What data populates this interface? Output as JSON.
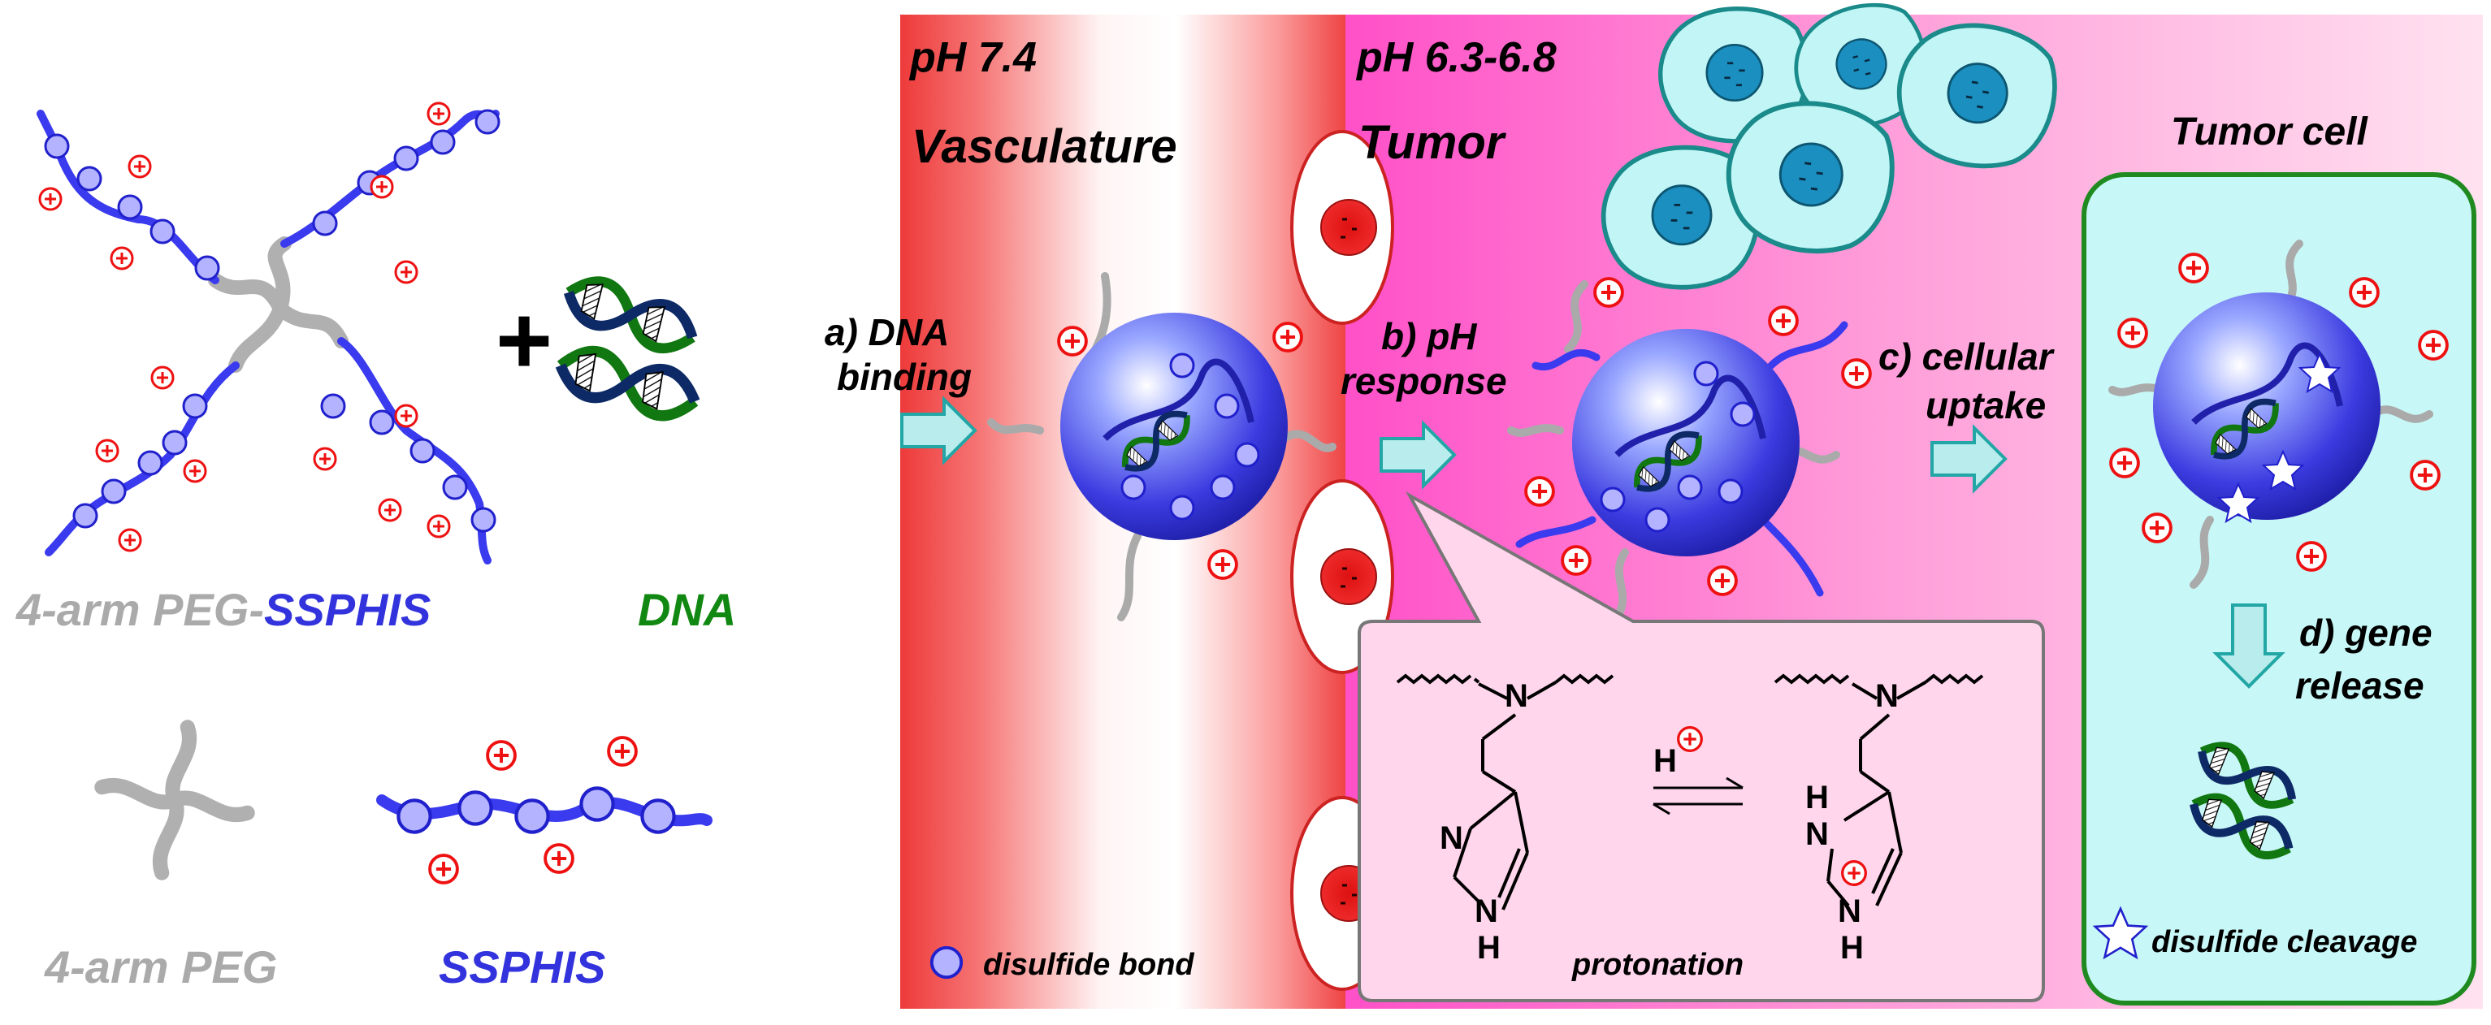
{
  "colors": {
    "peg": "#aaaaaa",
    "ssphis": "#3333dd",
    "dna": "#118811",
    "plus_sign": "#ee2222",
    "vasculature": "#f04040",
    "tumor": "#ff55cc",
    "cell_body": "#bff5f5",
    "cell_outline": "#178888",
    "nucleus": "#1a8fc0",
    "arrow": "#aee8e8",
    "tumor_cell_border": "#1f8a1f"
  },
  "left_panel": {
    "peg_ssphis_label_peg": "4-arm PEG-",
    "peg_ssphis_label_ssphis": "SSPHIS",
    "combine_symbol": "+",
    "dna_label": "DNA",
    "peg_label": "4-arm PEG",
    "ssphis_label": "SSPHIS"
  },
  "vasculature": {
    "ph": "pH 7.4",
    "title": "Vasculature",
    "step_a_line1": "a) DNA",
    "step_a_line2": "binding",
    "legend": "disulfide bond"
  },
  "tumor": {
    "ph": "pH 6.3-6.8",
    "title": "Tumor",
    "step_b_line1": "b) pH",
    "step_b_line2": "response",
    "step_c_line1": "c) cellular",
    "step_c_line2": "uptake",
    "proton": "H",
    "protonation": "protonation",
    "atom_n": "N",
    "atom_h": "H"
  },
  "tumor_cell": {
    "title": "Tumor cell",
    "step_d_line1": "d) gene",
    "step_d_line2": "release",
    "legend": "disulfide cleavage"
  },
  "icons": {
    "cation": "plus-in-circle",
    "bead": "disulfide-bead",
    "star": "cleavage-star",
    "arrow": "block-arrow"
  }
}
